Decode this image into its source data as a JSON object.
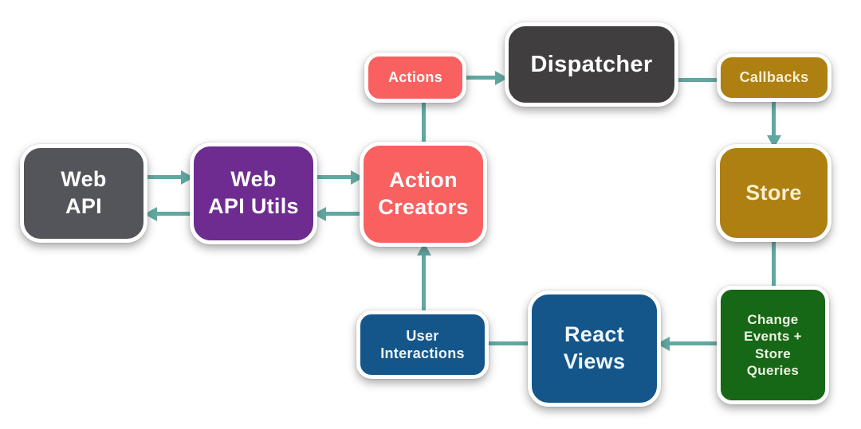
{
  "colors": {
    "background": "#FFFFFF",
    "connector": "#61A8A2"
  },
  "nodes": {
    "web_api": {
      "label": "Web\nAPI",
      "fill": "#54555B",
      "text": "#FFFFFF"
    },
    "web_api_utils": {
      "label": "Web\nAPI Utils",
      "fill": "#6E2C90",
      "text": "#FFFFFF"
    },
    "action_creators": {
      "label": "Action\nCreators",
      "fill": "#F96060",
      "text": "#FFFFFF"
    },
    "actions": {
      "label": "Actions",
      "fill": "#F96060",
      "text": "#FFFFFF"
    },
    "dispatcher": {
      "label": "Dispatcher",
      "fill": "#413E3F",
      "text": "#FFFFFF"
    },
    "callbacks": {
      "label": "Callbacks",
      "fill": "#AE7F11",
      "text": "#F7EFCF"
    },
    "store": {
      "label": "Store",
      "fill": "#AE7F11",
      "text": "#F7EFCF"
    },
    "change_events": {
      "label": "Change\nEvents +\nStore\nQueries",
      "fill": "#166716",
      "text": "#EFF4E4"
    },
    "react_views": {
      "label": "React\nViews",
      "fill": "#15568A",
      "text": "#EFF6FB"
    },
    "user_interactions": {
      "label": "User\nInteractions",
      "fill": "#15568A",
      "text": "#EFF6FB"
    }
  }
}
